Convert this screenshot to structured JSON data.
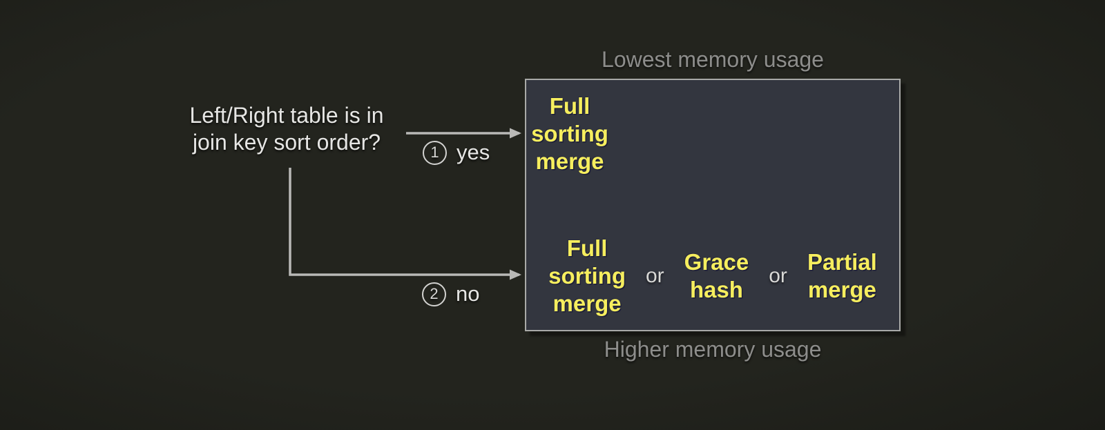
{
  "colors": {
    "background": "#21221c",
    "box_fill": "#33363f",
    "box_border": "#a9aaa8",
    "algorithm_yellow": "#f6ee5e",
    "text_light": "#e6e6e4",
    "muted_gray": "#8d8d8b",
    "connector_gray": "#b4b4b2"
  },
  "question": {
    "text": "Left/Right table is in\njoin key sort order?"
  },
  "branches": {
    "yes": {
      "number": "1",
      "label": "yes"
    },
    "no": {
      "number": "2",
      "label": "no"
    }
  },
  "memory_scale": {
    "top_label": "Lowest memory usage",
    "bottom_label": "Higher memory usage"
  },
  "algorithms": {
    "sorted_case": "Full\nsorting\nmerge",
    "unsorted_case": [
      "Full\nsorting\nmerge",
      "Grace\nhash",
      "Partial\nmerge"
    ],
    "or_label": "or"
  }
}
